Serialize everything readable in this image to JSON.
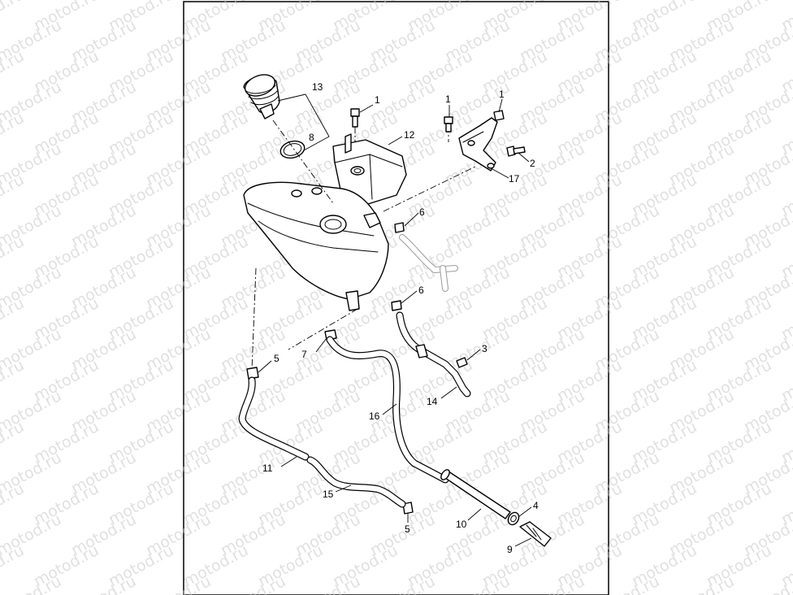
{
  "watermark": "motod.ru",
  "callouts": [
    {
      "id": "c1a",
      "text": "1"
    },
    {
      "id": "c1b",
      "text": "1"
    },
    {
      "id": "c1c",
      "text": "1"
    },
    {
      "id": "c2",
      "text": "2"
    },
    {
      "id": "c3",
      "text": "3"
    },
    {
      "id": "c4",
      "text": "4"
    },
    {
      "id": "c5a",
      "text": "5"
    },
    {
      "id": "c5b",
      "text": "5"
    },
    {
      "id": "c6a",
      "text": "6"
    },
    {
      "id": "c6b",
      "text": "6"
    },
    {
      "id": "c7",
      "text": "7"
    },
    {
      "id": "c8",
      "text": "8"
    },
    {
      "id": "c9",
      "text": "9"
    },
    {
      "id": "c10",
      "text": "10"
    },
    {
      "id": "c11",
      "text": "11"
    },
    {
      "id": "c12",
      "text": "12"
    },
    {
      "id": "c13",
      "text": "13"
    },
    {
      "id": "c14",
      "text": "14"
    },
    {
      "id": "c15",
      "text": "15"
    },
    {
      "id": "c16",
      "text": "16"
    },
    {
      "id": "c17",
      "text": "17"
    }
  ]
}
